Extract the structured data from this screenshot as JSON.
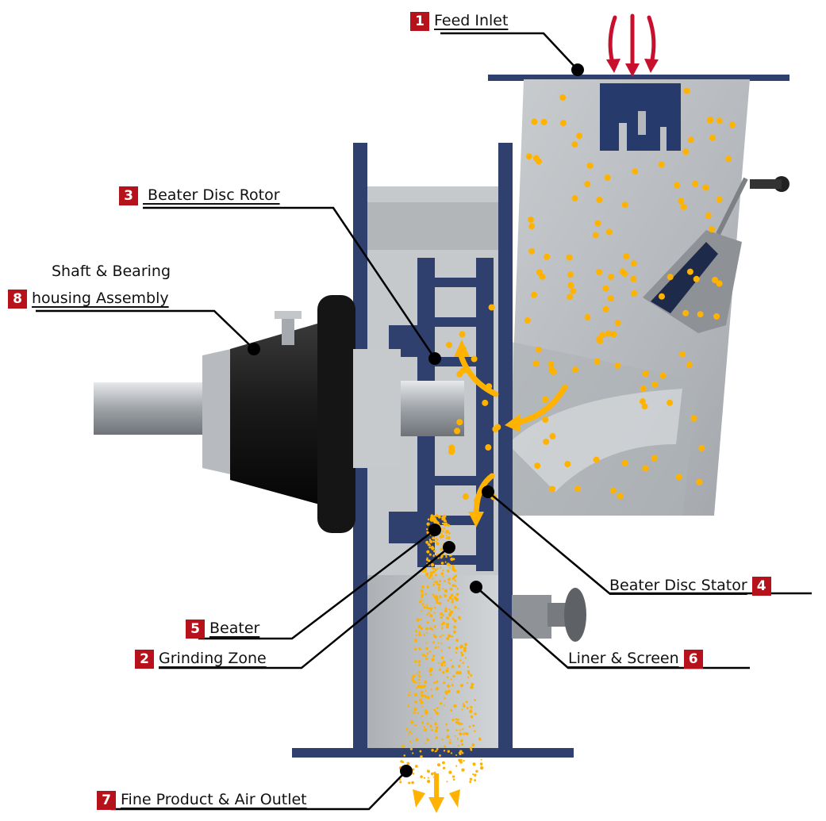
{
  "labels": {
    "feed_inlet": {
      "num": "1",
      "text": "Feed Inlet"
    },
    "grinding_zone": {
      "num": "2",
      "text": "Grinding Zone"
    },
    "beater_disc_rotor": {
      "num": "3",
      "text": " Beater Disc Rotor"
    },
    "beater_disc_stator": {
      "num": "4",
      "text": "Beater Disc Stator"
    },
    "beater": {
      "num": "5",
      "text": "Beater"
    },
    "liner_screen": {
      "num": "6",
      "text": "Liner & Screen"
    },
    "fine_product": {
      "num": "7",
      "text": "Fine Product & Air Outlet"
    },
    "shaft_bearing_line1": "Shaft & Bearing",
    "shaft_bearing": {
      "num": "8",
      "text": "housing Assembly"
    }
  },
  "colors": {
    "badge": "#b5121b",
    "frame": "#2f3f6e",
    "particles": "#ffb300",
    "arrow_red": "#c8102e",
    "housing": "#bfc2c6",
    "motor": "#1b1b1b"
  },
  "icons": {
    "feed_arrows": "arrow-down-icon",
    "outlet_arrows": "arrow-down-icon",
    "logo": "elephant-logo-icon"
  }
}
